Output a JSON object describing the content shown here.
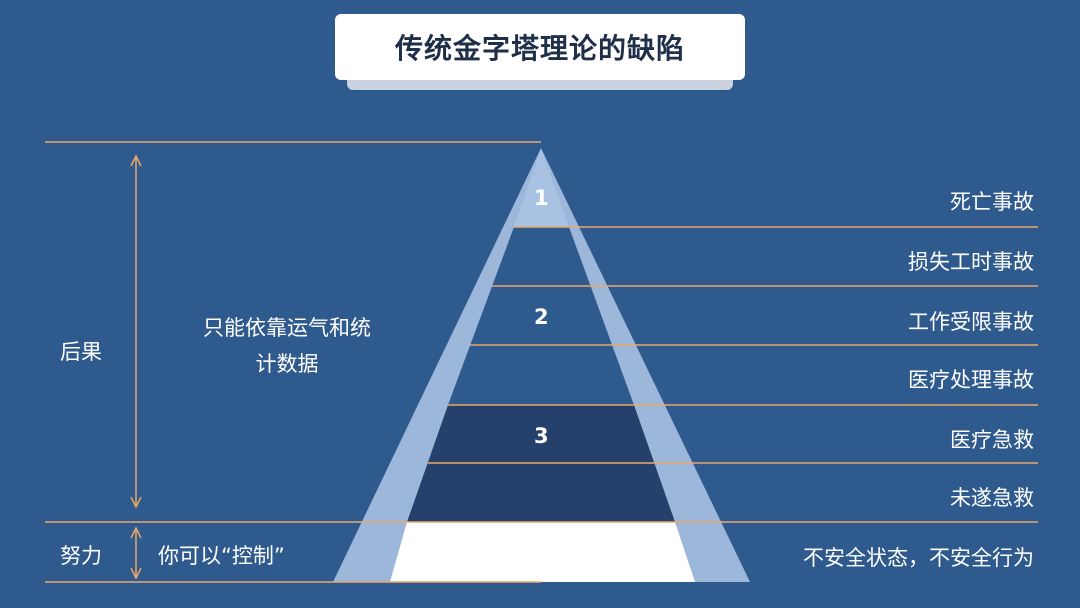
{
  "title": "传统金字塔理论的缺陷",
  "left": {
    "consequence_label": "后果",
    "effort_label": "努力",
    "consequence_desc_line1": "只能依靠运气和统",
    "consequence_desc_line2": "计数据",
    "effort_desc": "你可以“控制”"
  },
  "levels": [
    {
      "label": "死亡事故"
    },
    {
      "label": "损失工时事故"
    },
    {
      "label": "工作受限事故"
    },
    {
      "label": "医疗处理事故"
    },
    {
      "label": "医疗急救"
    },
    {
      "label": "未遂急救"
    },
    {
      "label": "不安全状态，不安全行为"
    }
  ],
  "tier_numbers": [
    "1",
    "2",
    "3"
  ],
  "colors": {
    "background": "#2f5a8e",
    "line": "#e8a86a",
    "tier_light": "#a9c2e3",
    "tier_mid": "#2f5a8e",
    "tier_dark": "#24406b",
    "tier_white": "#ffffff"
  }
}
